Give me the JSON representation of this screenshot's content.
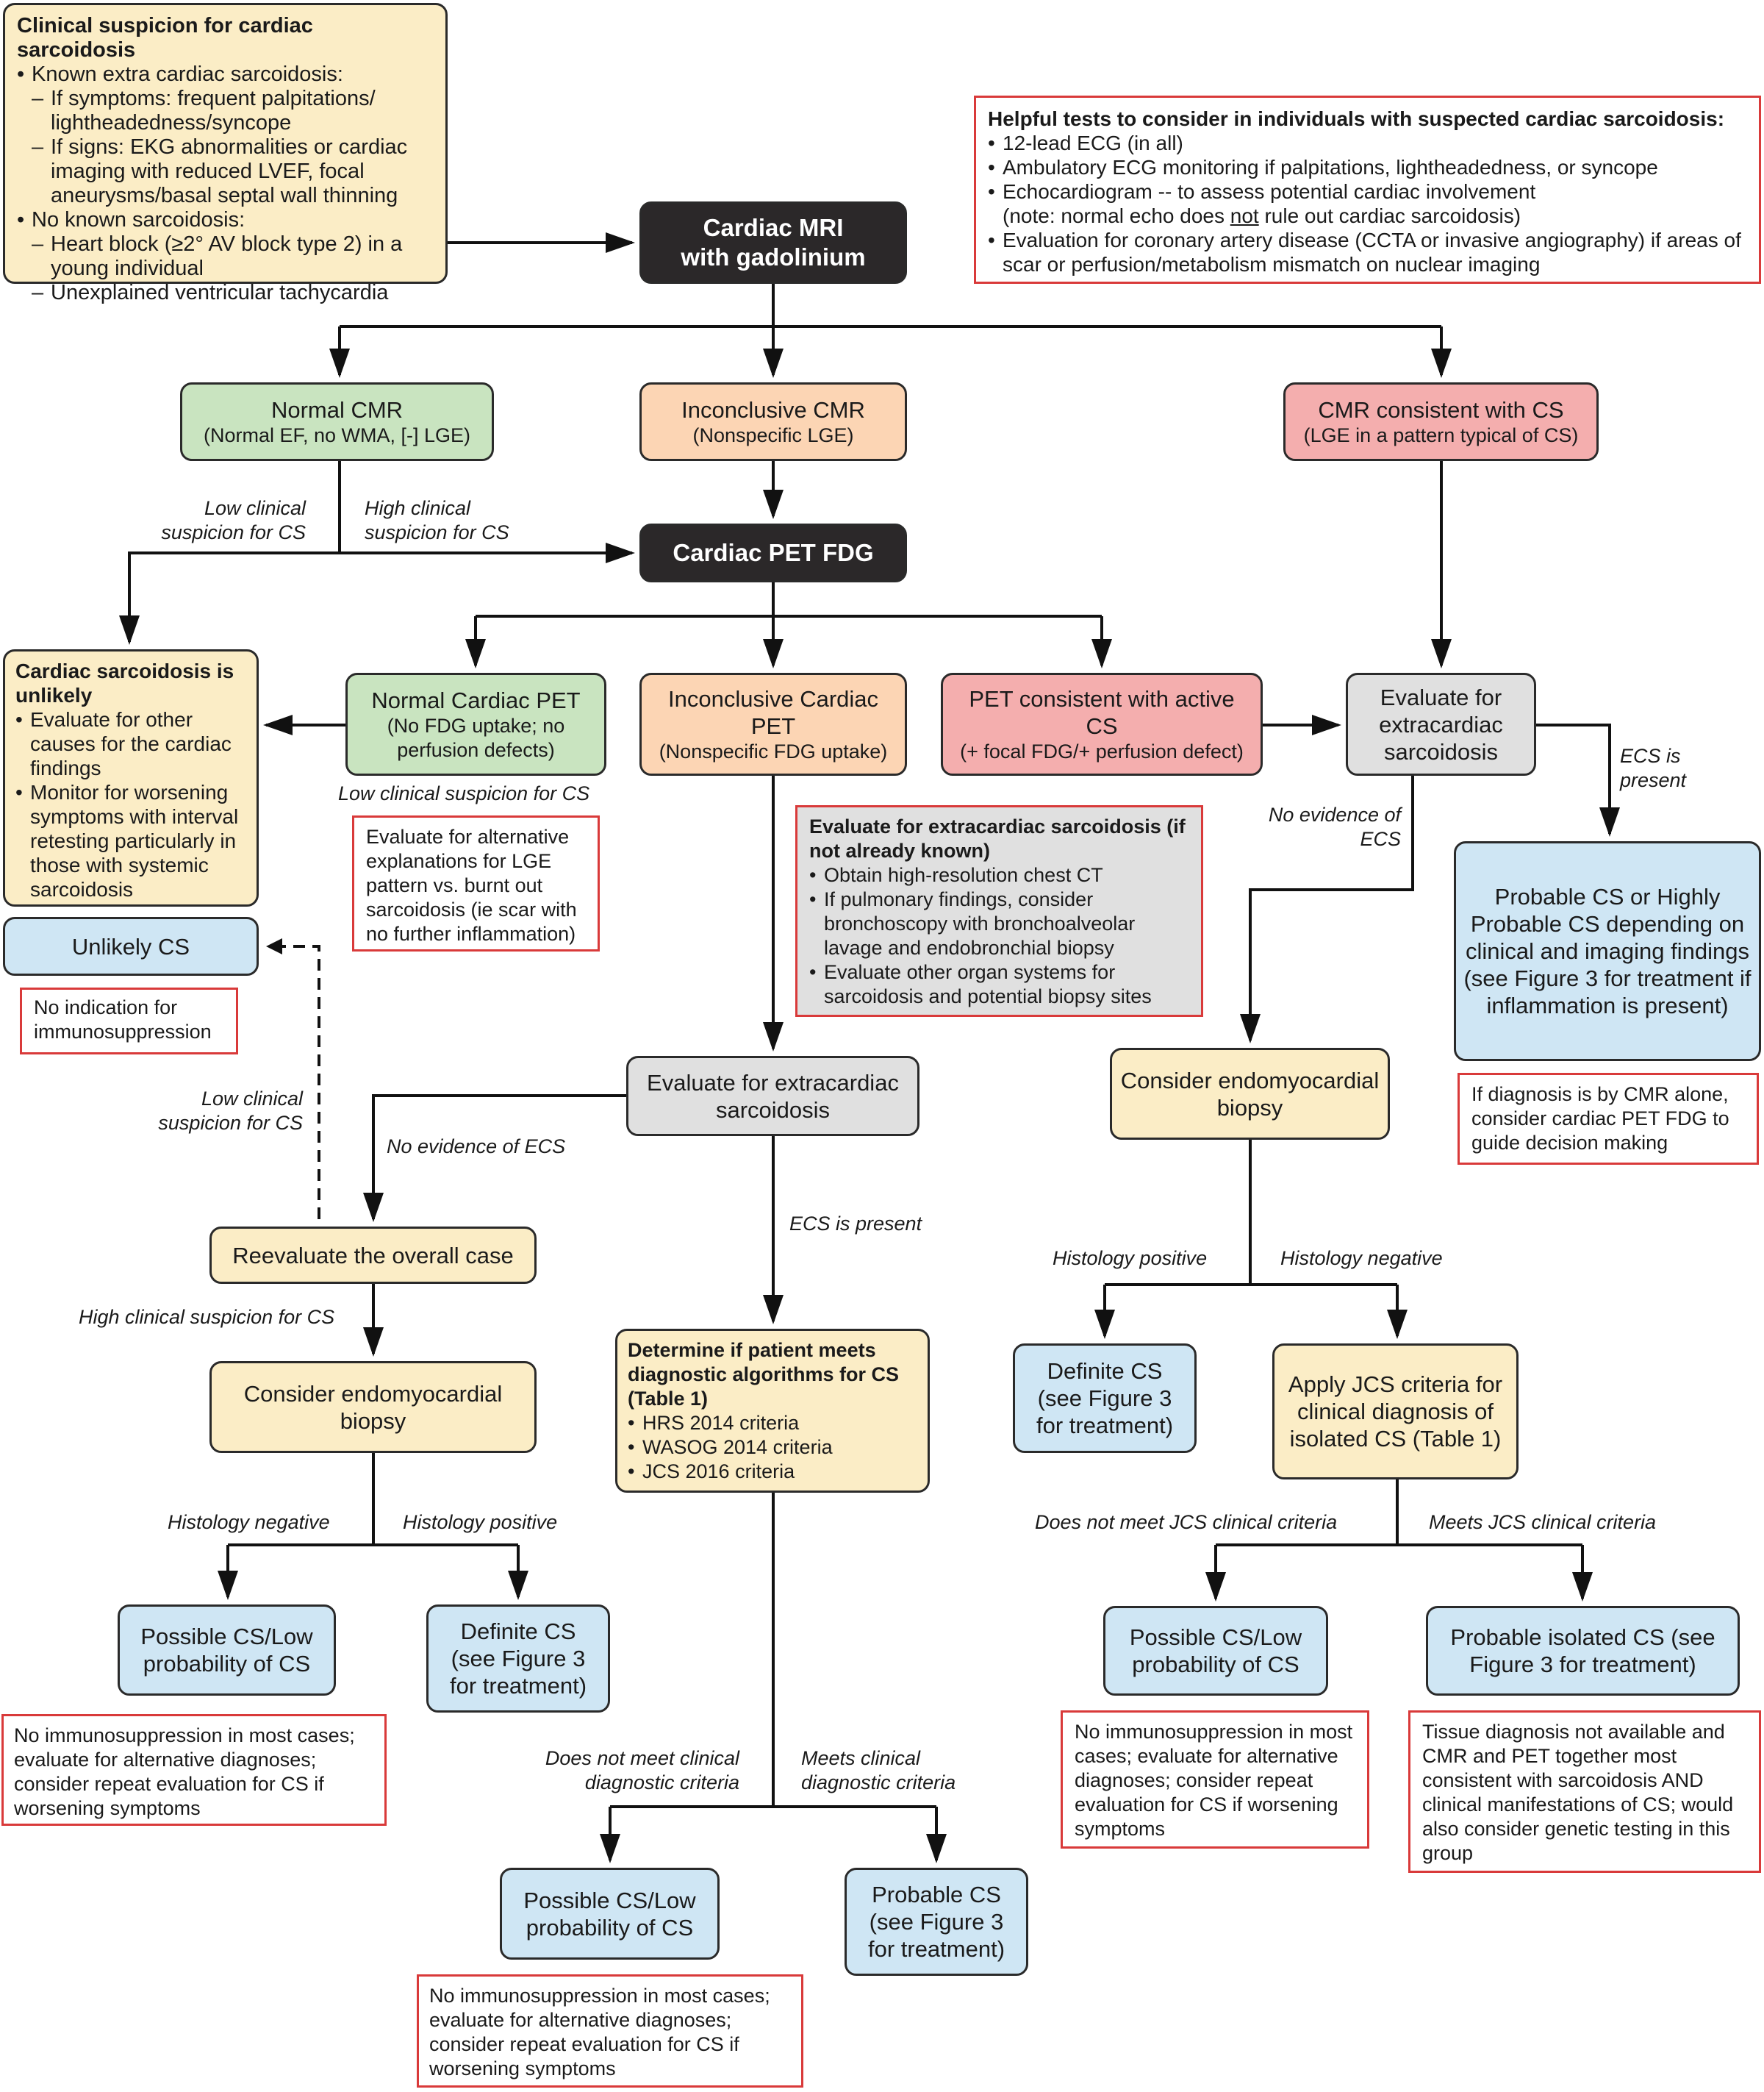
{
  "colors": {
    "dark": "#2b2829",
    "green": "#c9e4c0",
    "orange": "#fcd5b4",
    "red": "#f4aeae",
    "gray": "#e0e0e0",
    "beige": "#fbedc6",
    "blue": "#cfe6f4",
    "note_border": "#d93a3a",
    "line": "#111111"
  },
  "clinical_suspicion": {
    "title": "Clinical suspicion for cardiac sarcoidosis",
    "groups": [
      {
        "label": "Known extra cardiac sarcoidosis:",
        "items": [
          "If symptoms: frequent palpitations/ lightheadedness/syncope",
          "If signs: EKG abnormalities or cardiac imaging with reduced LVEF, focal aneurysms/basal septal wall thinning"
        ]
      },
      {
        "label": "No known sarcoidosis:",
        "items": [
          "Heart block (≥2° AV block type 2) in a young individual",
          "Unexplained ventricular tachycardia"
        ]
      }
    ]
  },
  "helpful_tests": {
    "title": "Helpful tests to consider in individuals with suspected cardiac sarcoidosis:",
    "items": [
      {
        "text": "12-lead ECG (in all)"
      },
      {
        "text": "Ambulatory ECG monitoring if palpitations, lightheadedness, or syncope"
      },
      {
        "text": "Echocardiogram -- to assess potential cardiac involvement",
        "note_pre": "(note: normal echo does ",
        "note_underlined": "not",
        "note_post": " rule out cardiac sarcoidosis)"
      },
      {
        "text": "Evaluation for coronary artery disease (CCTA or invasive angiography) if areas of scar or perfusion/metabolism mismatch on nuclear imaging"
      }
    ]
  },
  "nodes": {
    "cardiac_mri": {
      "line1": "Cardiac MRI",
      "line2": "with gadolinium"
    },
    "normal_cmr": {
      "title": "Normal CMR",
      "sub": "(Normal EF, no WMA, [-] LGE)"
    },
    "inconclusive_cmr": {
      "title": "Inconclusive CMR",
      "sub": "(Nonspecific LGE)"
    },
    "cmr_consistent": {
      "title": "CMR consistent with CS",
      "sub": "(LGE in a pattern typical of CS)"
    },
    "cardiac_pet": {
      "title": "Cardiac PET FDG"
    },
    "cs_unlikely": {
      "title": "Cardiac sarcoidosis is unlikely",
      "items": [
        "Evaluate for other causes for the cardiac findings",
        "Monitor for worsening symptoms with interval retesting particularly in those with systemic sarcoidosis"
      ]
    },
    "normal_pet": {
      "title": "Normal Cardiac PET",
      "sub": "(No FDG uptake; no perfusion defects)"
    },
    "inconclusive_pet": {
      "title": "Inconclusive Cardiac PET",
      "sub": "(Nonspecific FDG uptake)"
    },
    "pet_consistent": {
      "title": "PET consistent with active CS",
      "sub": "(+ focal FDG/+ perfusion defect)"
    },
    "evaluate_ecs_right": {
      "title": "Evaluate for extracardiac sarcoidosis"
    },
    "unlikely_cs": {
      "title": "Unlikely CS"
    },
    "probable_highly": {
      "title": "Probable CS or Highly Probable CS depending on clinical and imaging findings (see Figure 3 for treatment if inflammation is present)"
    },
    "evaluate_ecs_mid": {
      "title": "Evaluate for extracardiac sarcoidosis"
    },
    "consider_emb_right": {
      "title": "Consider endomyocardial biopsy"
    },
    "reevaluate": {
      "title": "Reevaluate the overall case"
    },
    "consider_emb_left": {
      "title": "Consider endomyocardial biopsy"
    },
    "determine": {
      "title": "Determine if patient meets diagnostic algorithms for CS (Table 1)",
      "items": [
        "HRS 2014 criteria",
        "WASOG 2014 criteria",
        "JCS 2016 criteria"
      ]
    },
    "definite_right": {
      "title": "Definite CS (see Figure 3 for treatment)"
    },
    "apply_jcs": {
      "title": "Apply JCS criteria for clinical diagnosis of isolated CS (Table 1)"
    },
    "possible_left": {
      "title": "Possible CS/Low probability of CS"
    },
    "definite_left": {
      "title": "Definite CS (see Figure 3 for treatment)"
    },
    "possible_right": {
      "title": "Possible CS/Low probability of CS"
    },
    "probable_isolated": {
      "title": "Probable isolated CS (see Figure 3 for treatment)"
    },
    "possible_bottom": {
      "title": "Possible CS/Low probability of CS"
    },
    "probable_bottom": {
      "title": "Probable CS (see Figure 3 for treatment)"
    }
  },
  "notes": {
    "lge_alt": "Evaluate for alternative explanations for LGE pattern vs. burnt out sarcoidosis (ie scar with no further inflammation)",
    "ecs_eval": {
      "title": "Evaluate for extracardiac sarcoidosis (if not already known)",
      "items": [
        "Obtain high-resolution chest CT",
        "If pulmonary findings, consider bronchoscopy with bronchoalveolar lavage and endobronchial biopsy",
        "Evaluate other organ systems for sarcoidosis and potential biopsy sites"
      ]
    },
    "no_indication": "No indication for immunosuppression",
    "cmr_alone": "If diagnosis is by CMR alone, consider cardiac PET FDG to guide decision making",
    "no_immuno_left": "No immunosuppression in most cases; evaluate for alternative diagnoses; consider repeat evaluation for CS if worsening symptoms",
    "no_immuno_right": "No immunosuppression in most cases; evaluate for alternative diagnoses; consider repeat evaluation for CS if worsening symptoms",
    "tissue_dx": "Tissue diagnosis not available and CMR and PET together most consistent with sarcoidosis AND clinical manifestations of CS; would also consider genetic testing in this group",
    "no_immuno_bottom": "No immunosuppression in most cases; evaluate for alternative diagnoses; consider repeat evaluation for CS if worsening symptoms"
  },
  "edge_labels": {
    "low_susp_1": "Low clinical suspicion for CS",
    "high_susp_1": "High clinical suspicion for CS",
    "low_susp_pet": "Low clinical suspicion for CS",
    "no_ecs_right": "No evidence of ECS",
    "ecs_present_right": "ECS is present",
    "low_susp_2": "Low clinical suspicion for CS",
    "no_ecs_mid": "No evidence of ECS",
    "ecs_present_mid": "ECS is present",
    "high_susp_2": "High clinical suspicion for CS",
    "hist_pos_right": "Histology positive",
    "hist_neg_right": "Histology negative",
    "hist_neg_left": "Histology negative",
    "hist_pos_left": "Histology positive",
    "not_meet_jcs": "Does not meet JCS clinical criteria",
    "meets_jcs": "Meets JCS clinical criteria",
    "not_meet_clin": "Does not meet clinical diagnostic criteria",
    "meets_clin": "Meets clinical diagnostic criteria"
  }
}
